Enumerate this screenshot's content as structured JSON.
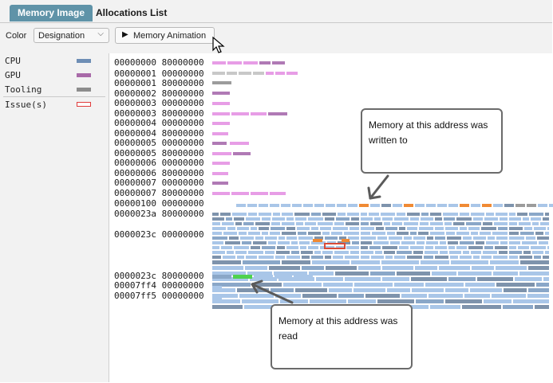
{
  "tabs": [
    {
      "label": "Memory Image",
      "active": true
    },
    {
      "label": "Allocations List",
      "active": false
    }
  ],
  "toolbar": {
    "color_label": "Color",
    "color_value": "Designation",
    "animation_button": "Memory Animation"
  },
  "legend": [
    {
      "label": "CPU",
      "color": "#6e8eb5"
    },
    {
      "label": "GPU",
      "color": "#a86aa8"
    },
    {
      "label": "Tooling",
      "color": "#8c8c8c"
    },
    {
      "label": "Issue(s)",
      "color": "#e03c3c"
    }
  ],
  "addresses": [
    "00000000 80000000",
    "00000001 00000000",
    "00000001 80000000",
    "00000002 80000000",
    "00000003 00000000",
    "00000003 80000000",
    "00000004 00000000",
    "00000004 80000000",
    "00000005 00000000",
    "00000005 80000000",
    "00000006 00000000",
    "00000006 80000000",
    "00000007 00000000",
    "00000007 80000000",
    "00000100 00000000",
    "0000023a 80000000",
    "0000023c 00000000",
    "0000023c 80000000",
    "00007ff4 00000000",
    "00007ff5 00000000"
  ],
  "callouts": {
    "written": "Memory at this address was written to",
    "read": "Memory at this address was read"
  },
  "colors": {
    "gpu_light": "#e79de6",
    "gpu_dark": "#b07ab5",
    "tooling": "#9c9c9c",
    "tooling_light": "#c8c8c8",
    "cpu_light": "#a9c6e8",
    "cpu_mid": "#8aa7c8",
    "cpu_dark": "#7e93ac",
    "write": "#f08a34",
    "read": "#4fd24f",
    "issue": "#d84b3a"
  }
}
